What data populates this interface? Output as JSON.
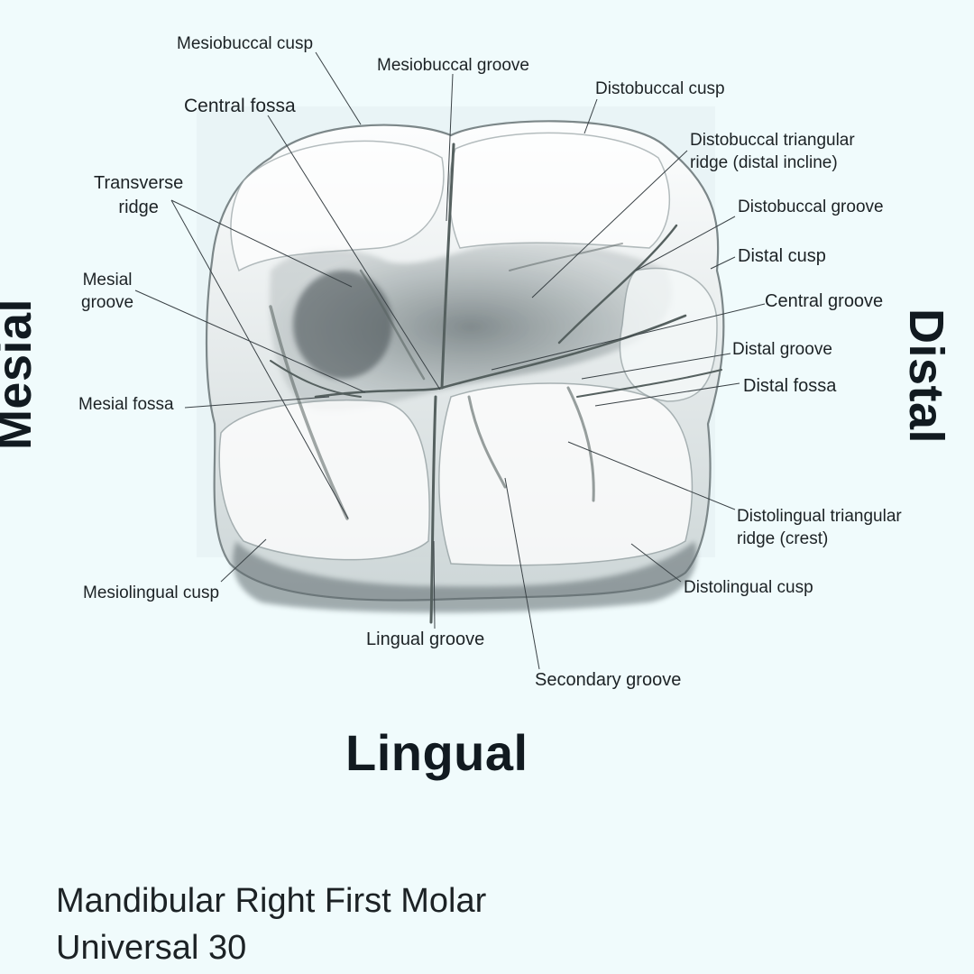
{
  "orientation": {
    "mesial": "Mesial",
    "distal": "Distal",
    "lingual": "Lingual"
  },
  "labels": {
    "mesiobuccal_cusp": "Mesiobuccal cusp",
    "mesiobuccal_groove": "Mesiobuccal groove",
    "distobuccal_cusp": "Distobuccal cusp",
    "central_fossa": "Central fossa",
    "distobuccal_triangular_ridge": [
      "Distobuccal triangular",
      "ridge (distal incline)"
    ],
    "transverse_ridge": [
      "Transverse",
      "ridge"
    ],
    "distobuccal_groove": "Distobuccal groove",
    "distal_cusp": "Distal cusp",
    "mesial_groove": [
      "Mesial",
      "groove"
    ],
    "central_groove": "Central groove",
    "distal_groove": "Distal groove",
    "distal_fossa": "Distal fossa",
    "mesial_fossa": "Mesial fossa",
    "distolingual_triangular_ridge": [
      "Distolingual triangular",
      "ridge (crest)"
    ],
    "mesiolingual_cusp": "Mesiolingual cusp",
    "distolingual_cusp": "Distolingual cusp",
    "lingual_groove": "Lingual groove",
    "secondary_groove": "Secondary groove"
  },
  "caption": {
    "line1": "Mandibular Right First Molar",
    "line2": "Universal 30"
  },
  "colors": {
    "background": "#f0fbfc",
    "text": "#1c2225",
    "leader": "#3a4246",
    "sketch": "#6f7c7f"
  }
}
